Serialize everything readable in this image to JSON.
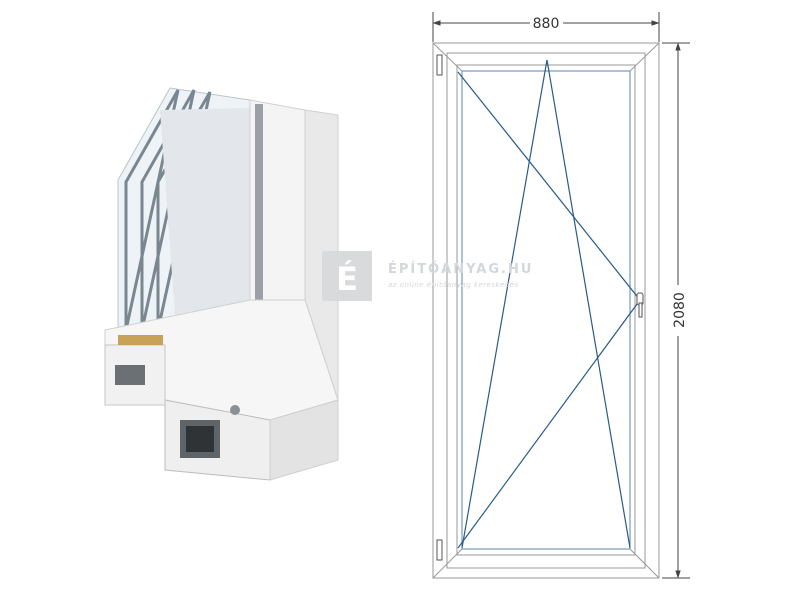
{
  "drawing": {
    "width_label": "880",
    "height_label": "2080",
    "line_color": "#2b5a8a",
    "frame_color": "#9a9a9a"
  },
  "watermark": {
    "logo_letter": "É",
    "title": "ÉPÍTŐANYAG.HU",
    "subtitle": "az online építőanyag kereskedés"
  }
}
